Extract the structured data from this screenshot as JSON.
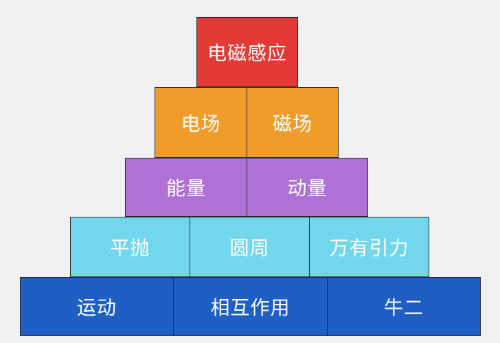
{
  "pyramid": {
    "rows": [
      {
        "color": "#e23a34",
        "blocks": [
          {
            "label": "电磁感应"
          }
        ]
      },
      {
        "color": "#ef9c2a",
        "blocks": [
          {
            "label": "电场"
          },
          {
            "label": "磁场"
          }
        ]
      },
      {
        "color": "#b071d6",
        "blocks": [
          {
            "label": "能量"
          },
          {
            "label": "动量"
          }
        ]
      },
      {
        "color": "#72d7ec",
        "blocks": [
          {
            "label": "平抛"
          },
          {
            "label": "圆周"
          },
          {
            "label": "万有引力"
          }
        ]
      },
      {
        "color": "#1f5fc4",
        "blocks": [
          {
            "label": "运动"
          },
          {
            "label": "相互作用"
          },
          {
            "label": "牛二"
          }
        ]
      }
    ]
  }
}
